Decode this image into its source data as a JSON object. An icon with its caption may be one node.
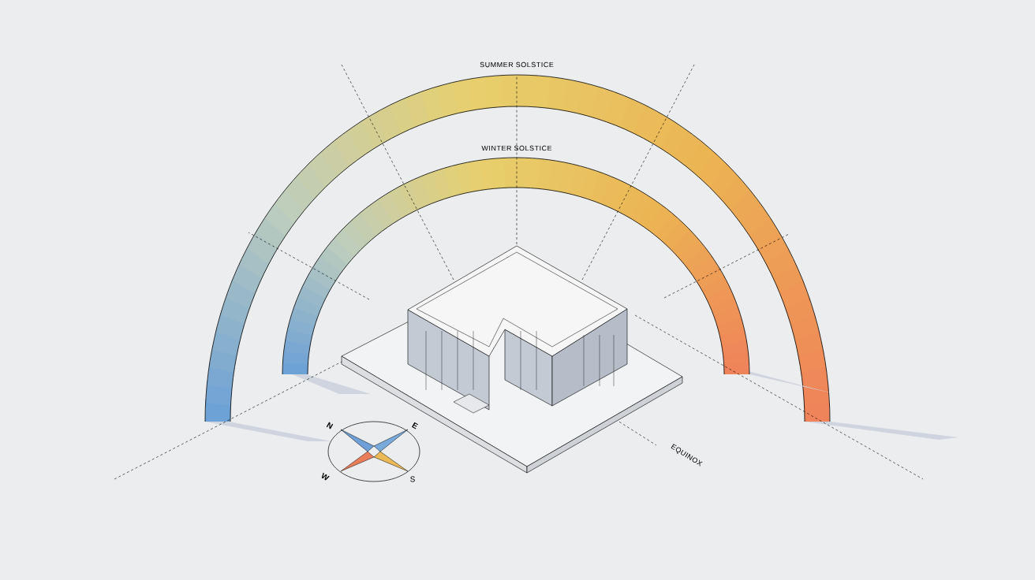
{
  "diagram": {
    "labels": [
      "SUMMER SOLSTICE",
      "WINTER SOLSTICE",
      "EQUINOX",
      "N",
      "E",
      "W",
      "S"
    ]
  }
}
